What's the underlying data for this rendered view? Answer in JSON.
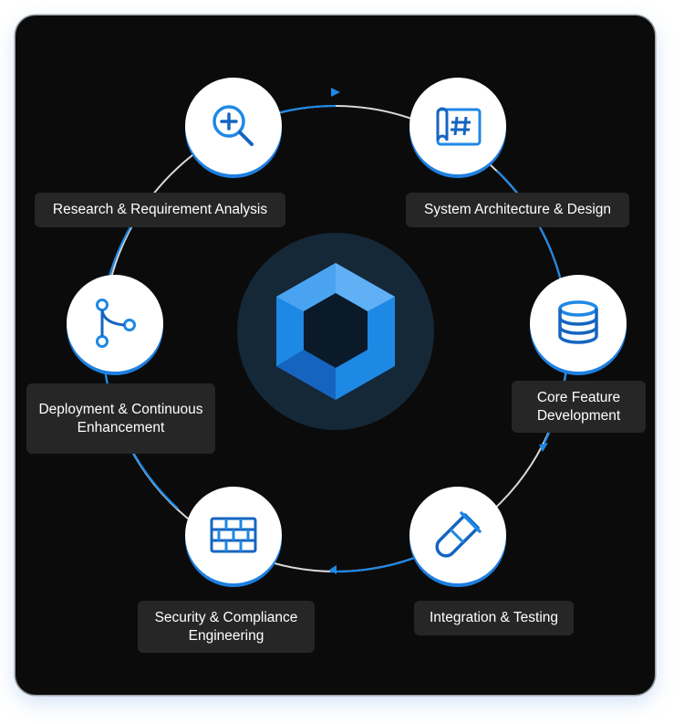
{
  "diagram": {
    "steps": [
      {
        "label": "Research & Requirement Analysis",
        "icon": "magnify-plus-icon"
      },
      {
        "label": "System Architecture & Design",
        "icon": "blueprint-icon"
      },
      {
        "label": "Core Feature Development",
        "icon": "database-icon"
      },
      {
        "label": "Integration & Testing",
        "icon": "test-tube-icon"
      },
      {
        "label": "Security & Compliance Engineering",
        "icon": "firewall-icon"
      },
      {
        "label": "Deployment & Continuous Enhancement",
        "icon": "git-branch-icon"
      }
    ],
    "center_icon": "hexagon-logo-icon",
    "colors": {
      "accent": "#1e88e5",
      "background": "#0b0b0b",
      "label_bg": "#262626",
      "hub_bg": "#152838"
    }
  }
}
